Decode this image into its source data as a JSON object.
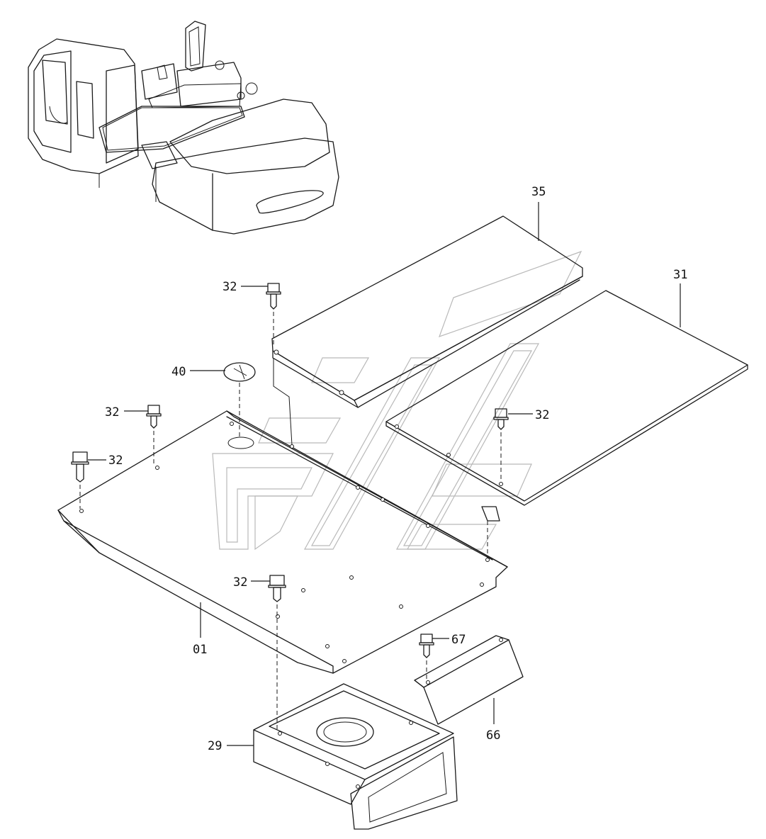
{
  "callouts": {
    "c35": "35",
    "c31": "31",
    "c32a": "32",
    "c32b": "32",
    "c32c": "32",
    "c32d": "32",
    "c32e": "32",
    "c40": "40",
    "c01": "01",
    "c67": "67",
    "c66": "66",
    "c29": "29"
  },
  "colors": {
    "line": "#1a1a1a",
    "watermark": "#b9b9b9",
    "foam": "#d9d2c6"
  }
}
